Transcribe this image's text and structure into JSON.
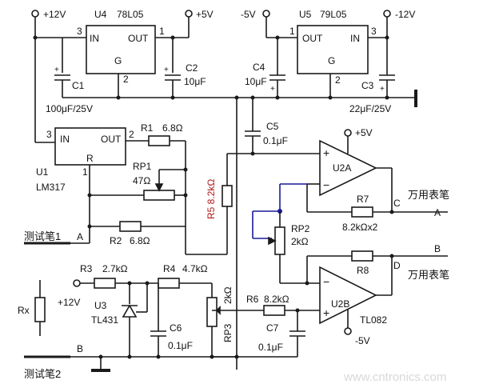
{
  "labels": {
    "vin_plus12": "+12V",
    "u4_name": "U4",
    "u4_part": "78L05",
    "u4_in": "IN",
    "u4_out": "OUT",
    "u4_g": "G",
    "u4_pin3": "3",
    "u4_pin1": "1",
    "u4_pin2": "2",
    "vout_plus5": "+5V",
    "vneg5": "-5V",
    "u5_name": "U5",
    "u5_part": "79L05",
    "u5_out": "OUT",
    "u5_in": "IN",
    "u5_g": "G",
    "u5_pin1": "1",
    "u5_pin2": "2",
    "u5_pin3": "3",
    "vneg12": "-12V",
    "c1": "C1",
    "c1_val": "100μF/25V",
    "c2": "C2",
    "c2_val": "10μF",
    "c4": "C4",
    "c4_val": "10μF",
    "c3": "C3",
    "c3_val": "22μF/25V",
    "u1_in": "IN",
    "u1_out": "OUT",
    "u1_r": "R",
    "u1_pin3": "3",
    "u1_pin2": "2",
    "u1_pin1": "1",
    "u1_name": "U1",
    "u1_part": "LM317",
    "r1": "R1",
    "r1_val": "6.8Ω",
    "rp1": "RP1",
    "rp1_val": "47Ω",
    "r2": "R2",
    "r2_val": "6.8Ω",
    "c5": "C5",
    "c5_val": "0.1μF",
    "r5_label": "R5 8.2kΩ",
    "u2a_vplus": "+5V",
    "u2a_name": "U2A",
    "r7": "R7",
    "r7_val": "8.2kΩx2",
    "meter_pen_c": "万用表笔",
    "node_c": "C",
    "node_a_right": "A",
    "rp2": "RP2",
    "rp2_val": "2kΩ",
    "r8": "R8",
    "node_d": "D",
    "node_b_right": "B",
    "meter_pen_d": "万用表笔",
    "test_pen_1": "测试笔1",
    "node_a": "A",
    "r3": "R3",
    "r3_val": "2.7kΩ",
    "r4": "R4",
    "r4_val": "4.7kΩ",
    "v12_small": "+12V",
    "rx": "Rx",
    "u3_name": "U3",
    "u3_part": "TL431",
    "c6": "C6",
    "c6_val": "0.1μF",
    "rp3_val": "2kΩ",
    "rp3": "RP3",
    "r6": "R6",
    "r6_val": "8.2kΩ",
    "u2b_name": "U2B",
    "u2b_part": "TL082",
    "c7": "C7",
    "c7_val": "0.1μF",
    "u2b_vneg": "-5V",
    "node_b": "B",
    "test_pen_2": "测试笔2",
    "watermark": "www.cntronics.com"
  },
  "colors": {
    "line": "#1a1a1a",
    "r5_text": "#b01818",
    "junction_blue": "#1a1a9a"
  },
  "icons": {
    "regulator": "rectangle-block",
    "opamp": "triangle",
    "resistor": "rectangle",
    "capacitor": "parallel-plates",
    "zener": "diode-triangle",
    "potentiometer": "resistor-with-arrow",
    "ground": "thick-bar",
    "terminal": "open-circle"
  }
}
